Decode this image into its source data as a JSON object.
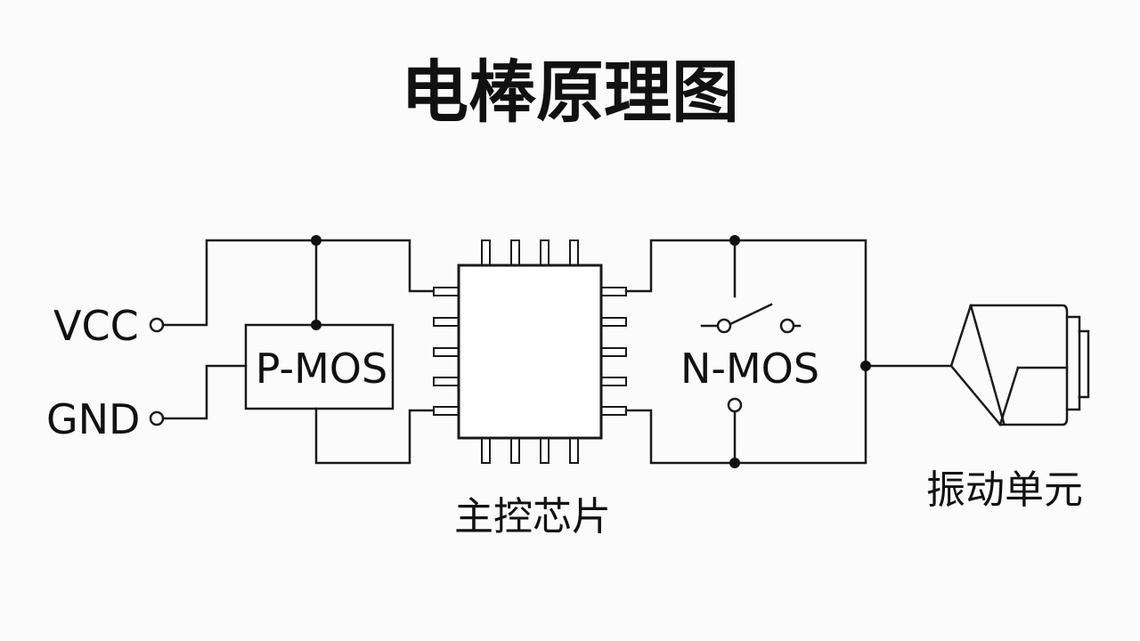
{
  "title": "电棒原理图",
  "labels": {
    "vcc": "VCC",
    "gnd": "GND",
    "pmos": "P-MOS",
    "nmos": "N-MOS",
    "chip": "主控芯片",
    "vibration": "振动单元"
  }
}
